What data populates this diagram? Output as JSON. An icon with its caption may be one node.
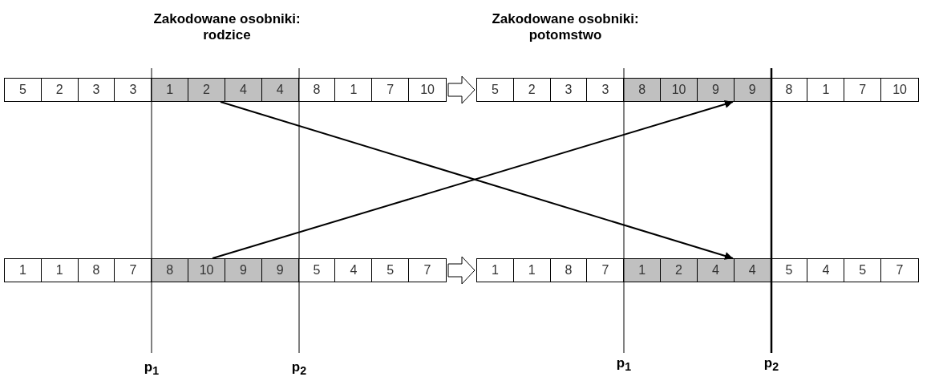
{
  "diagram": {
    "nodes": [
      {
        "text": [],
        "shape": "bar"
      },
      {
        "text": [
          "5"
        ],
        "in": 0
      },
      {
        "text": [
          "2"
        ],
        "in": 0
      },
      {
        "text": [
          "3"
        ],
        "in": 0
      },
      {
        "text": [
          "3"
        ],
        "in": 0
      },
      {
        "text": [
          "1"
        ],
        "in": 0
      },
      {
        "text": [
          "2"
        ],
        "in": 0
      },
      {
        "text": [
          "4"
        ],
        "in": 0
      },
      {
        "text": [
          "4"
        ],
        "in": 0
      },
      {
        "text": [
          "8"
        ],
        "in": 0
      },
      {
        "text": [
          "1"
        ],
        "in": 0
      },
      {
        "text": [
          "7"
        ],
        "in": 0
      },
      {
        "text": [
          "10"
        ],
        "in": 0
      },
      {
        "text": [],
        "shape": "bar"
      },
      {
        "text": [
          "5"
        ],
        "in": 13
      },
      {
        "text": [
          "2"
        ],
        "in": 13
      },
      {
        "text": [
          "3"
        ],
        "in": 13
      },
      {
        "text": [
          "3"
        ],
        "in": 13
      },
      {
        "text": [
          "8"
        ],
        "in": 13
      },
      {
        "text": [
          "10"
        ],
        "in": 13
      },
      {
        "text": [
          "9"
        ],
        "in": 13
      },
      {
        "text": [
          "9"
        ],
        "in": 13
      },
      {
        "text": [
          "8"
        ],
        "in": 13
      },
      {
        "text": [
          "1"
        ],
        "in": 13
      },
      {
        "text": [
          "7"
        ],
        "in": 13
      },
      {
        "text": [
          "10"
        ],
        "in": 13
      },
      {
        "text": [],
        "shape": "bar"
      },
      {
        "text": [
          "1"
        ],
        "in": 26
      },
      {
        "text": [
          "1"
        ],
        "in": 26
      },
      {
        "text": [
          "8"
        ],
        "in": 26
      },
      {
        "text": [
          "7"
        ],
        "in": 26
      },
      {
        "text": [
          "8"
        ],
        "in": 26
      },
      {
        "text": [
          "10"
        ],
        "in": 26
      },
      {
        "text": [
          "9"
        ],
        "in": 26
      },
      {
        "text": [
          "9"
        ],
        "in": 26
      },
      {
        "text": [
          "5"
        ],
        "in": 26
      },
      {
        "text": [
          "4"
        ],
        "in": 26
      },
      {
        "text": [
          "5"
        ],
        "in": 26
      },
      {
        "text": [
          "7"
        ],
        "in": 26
      },
      {
        "text": [],
        "shape": "bar"
      },
      {
        "text": [
          "1"
        ],
        "in": 39
      },
      {
        "text": [
          "1"
        ],
        "in": 39
      },
      {
        "text": [
          "8"
        ],
        "in": 39
      },
      {
        "text": [
          "7"
        ],
        "in": 39
      },
      {
        "text": [
          "1"
        ],
        "in": 39
      },
      {
        "text": [
          "2"
        ],
        "in": 39
      },
      {
        "text": [
          "4"
        ],
        "in": 39
      },
      {
        "text": [
          "4"
        ],
        "in": 39
      },
      {
        "text": [
          "5"
        ],
        "in": 39
      },
      {
        "text": [
          "4"
        ],
        "in": 39
      },
      {
        "text": [
          "5"
        ],
        "in": 39
      },
      {
        "text": [
          "7"
        ],
        "in": 39
      }
    ],
    "edges": [
      {
        "from": 0,
        "to": 13,
        "arrow": "to",
        "style": "thick"
      },
      {
        "from": 26,
        "to": 39,
        "arrow": "to",
        "style": "thick"
      },
      {
        "from": 0,
        "to": 39,
        "arrow": "to"
      },
      {
        "from": 26,
        "to": 13,
        "arrow": "to"
      }
    ],
    "labels": [
      "Zakodowane osobniki: rodzice",
      "Zakodowane osobniki: potomstwo",
      "p$_{1}$",
      "p$_{2}$",
      "p$_{1}$",
      "p$_{2}$"
    ]
  }
}
